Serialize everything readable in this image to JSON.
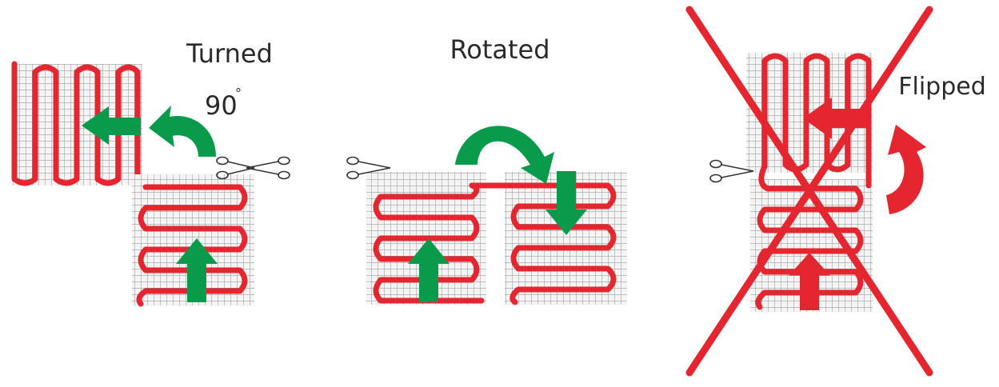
{
  "labels": {
    "turned": "Turned",
    "turned_angle": "90",
    "degree_mark": "°",
    "rotated": "Rotated",
    "flipped": "Flipped"
  },
  "colors": {
    "background": "#ffffff",
    "grid_fill": "#f4f4f4",
    "grid_lines": "#8a8a8a",
    "heating_cable": "#e3262f",
    "allowed_arrow": "#0a9a4b",
    "wrong_arrow": "#e3262f",
    "cross_out": "#e3262f",
    "scissors": "#333333"
  },
  "icons": {
    "scissors": "scissors-icon",
    "arrow_up": "arrow-up-icon",
    "arrow_left": "arrow-left-icon",
    "arrow_down": "arrow-down-icon",
    "curved_arrow": "curved-arrow-icon",
    "cross": "cross-out-icon"
  },
  "panels": [
    {
      "id": "turned",
      "allowed": true
    },
    {
      "id": "rotated",
      "allowed": true
    },
    {
      "id": "flipped",
      "allowed": false
    }
  ]
}
